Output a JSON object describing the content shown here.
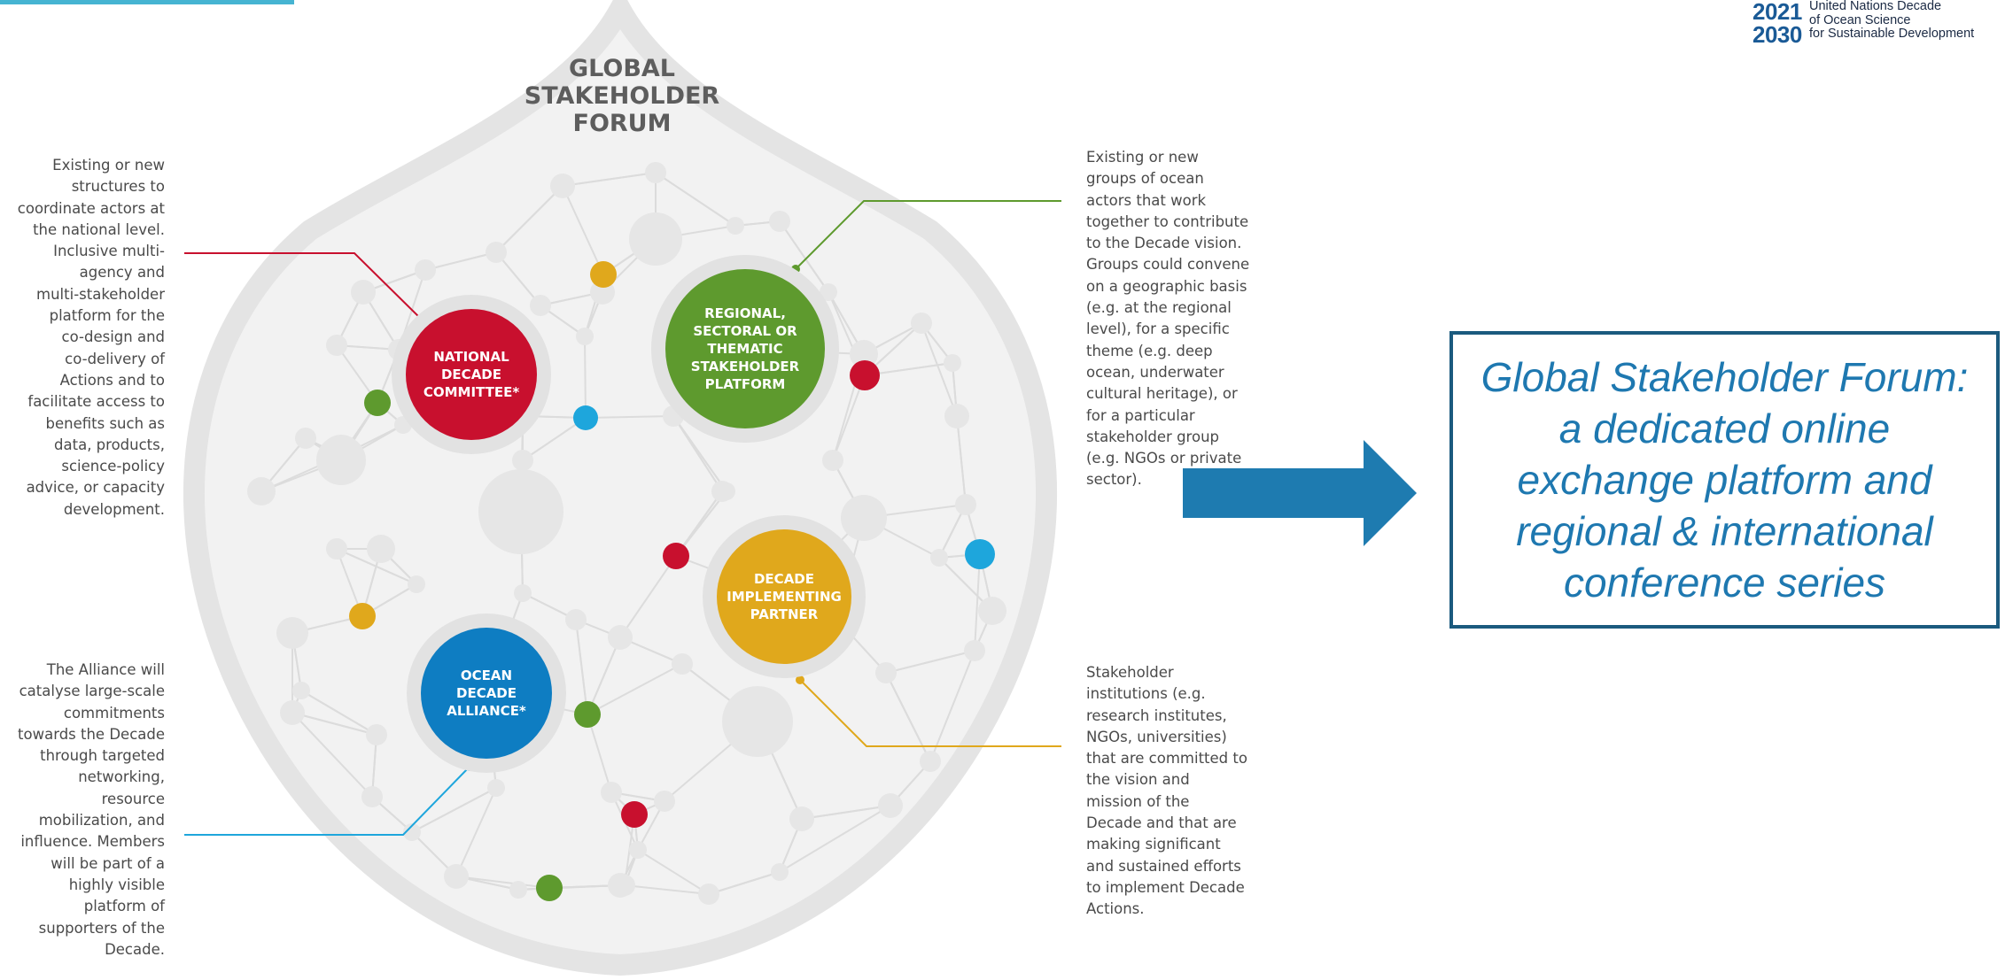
{
  "logo": {
    "year_start": "2021",
    "year_end": "2030",
    "line1": "United Nations Decade",
    "line2": "of Ocean Science",
    "line3": "for Sustainable Development"
  },
  "forum": {
    "title": "GLOBAL\nSTAKEHOLDER\nFORUM"
  },
  "nodes": {
    "national": "NATIONAL\nDECADE\nCOMMITTEE*",
    "regional": "REGIONAL,\nSECTORAL OR\nTHEMATIC\nSTAKEHOLDER\nPLATFORM",
    "implementing": "DECADE\nIMPLEMENTING\nPARTNER",
    "alliance": "OCEAN\nDECADE\nALLIANCE*"
  },
  "descriptions": {
    "national": "Existing or new\nstructures to\ncoordinate actors at\nthe national level.\nInclusive multi-\nagency and\nmulti-stakeholder\nplatform for the\nco-design and\nco-delivery of\nActions and to\nfacilitate access to\nbenefits such as\ndata, products,\nscience-policy\nadvice, or capacity\ndevelopment.",
    "alliance": "The Alliance will\ncatalyse large-scale\ncommitments\ntowards the Decade\nthrough targeted\nnetworking,\nresource\nmobilization, and\ninfluence. Members\nwill be part of a\nhighly visible\nplatform of\nsupporters of the\nDecade.",
    "regional": "Existing or new\ngroups of ocean\nactors that work\ntogether to contribute\nto the Decade vision.\nGroups could convene\non a geographic basis\n(e.g. at the regional\nlevel), for a specific\ntheme (e.g. deep\nocean, underwater\ncultural heritage), or\nfor a particular\nstakeholder group\n(e.g. NGOs or private\nsector).",
    "implementing": "Stakeholder\ninstitutions (e.g.\nresearch institutes,\nNGOs, universities)\nthat are committed to\nthe vision and\nmission of the\nDecade and that are\nmaking significant\nand sustained efforts\nto implement Decade\nActions."
  },
  "callout": {
    "text": "Global Stakeholder Forum:\na dedicated online\nexchange platform and\nregional & international\nconference series"
  },
  "colors": {
    "red": "#c8102e",
    "green": "#5e9a2e",
    "yellow": "#e0a81c",
    "blue": "#0e7dc2",
    "cyan": "#1ea6dc",
    "arrow": "#1e7bb0",
    "callout_border": "#1b5a7e",
    "callout_text": "#1e78b0"
  },
  "icons": {
    "arrow": "right-arrow-icon"
  }
}
